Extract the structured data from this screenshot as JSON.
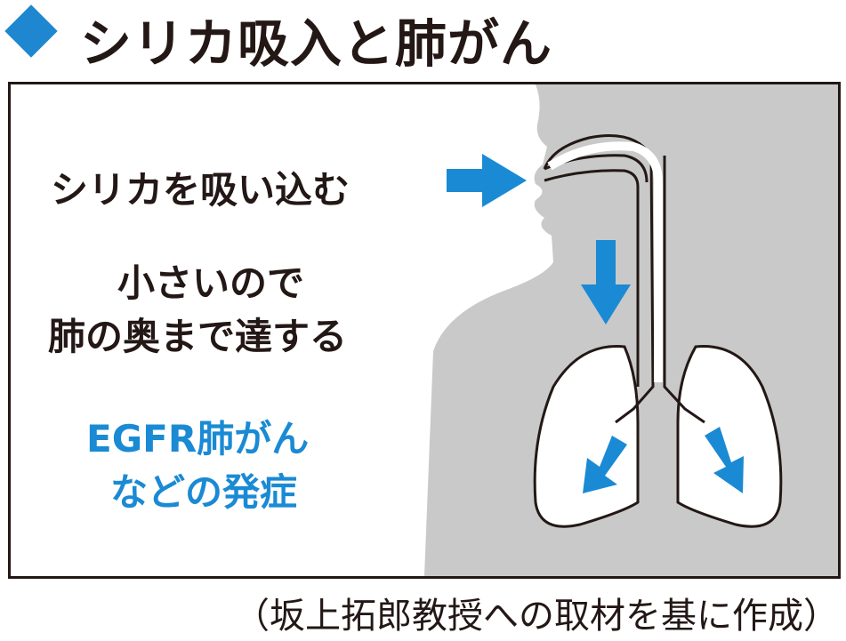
{
  "title": "シリカ吸入と肺がん",
  "labels": {
    "inhale": "シリカを吸い込む",
    "small_line1": "小さいので",
    "small_line2": "肺の奥まで達する",
    "result_line1": "EGFR肺がん",
    "result_line2": "などの発症"
  },
  "caption": "（坂上拓郎教授への取材を基に作成）",
  "colors": {
    "accent": "#1a8ad4",
    "silhouette": "#c9c9ca",
    "text": "#231815"
  }
}
